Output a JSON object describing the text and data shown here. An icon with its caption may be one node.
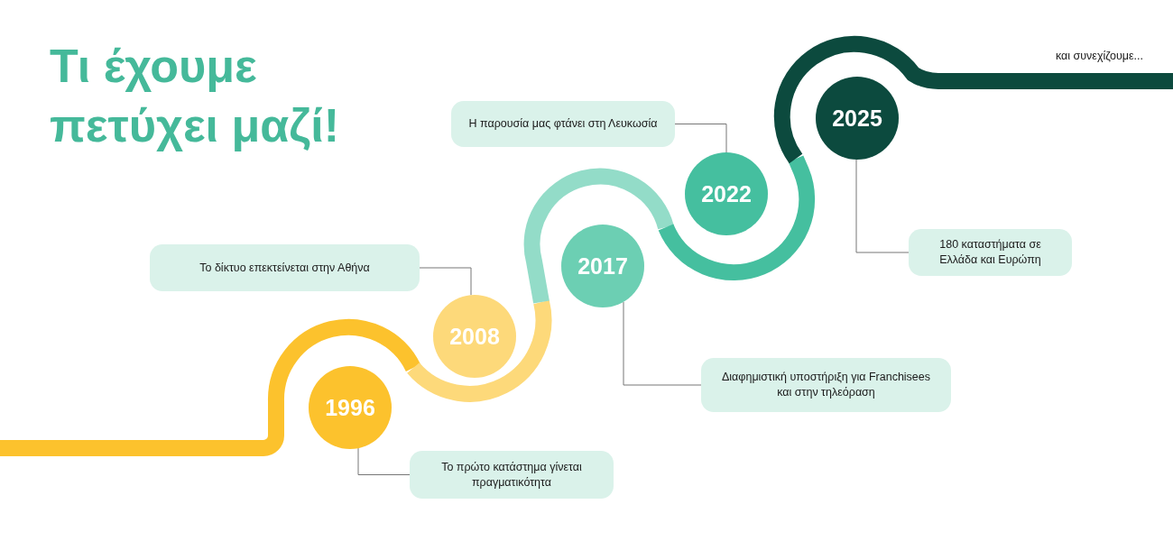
{
  "diagram": {
    "title": "Τι έχουμε πετύχει μαζί!",
    "nodes": [
      {
        "text": [
          "1996"
        ]
      },
      {
        "text": [
          "2008"
        ]
      },
      {
        "text": [
          "2017"
        ]
      },
      {
        "text": [
          "2022"
        ]
      },
      {
        "text": [
          "2025"
        ]
      },
      {
        "text": [
          "Το πρώτο κατάστημα γίνεται πραγματικότητα"
        ]
      },
      {
        "text": [
          "Το δίκτυο επεκτείνεται στην Αθήνα"
        ]
      },
      {
        "text": [
          "Διαφημιστική υποστήριξη για Franchisees και στην τηλεόραση"
        ]
      },
      {
        "text": [
          "Η παρουσία μας φτάνει στη Λευκωσία"
        ]
      },
      {
        "text": [
          "180 καταστήματα σε Ελλάδα και Ευρώπη"
        ]
      }
    ],
    "edges": [
      {
        "from": 5,
        "to": 0,
        "arrow": "none"
      },
      {
        "from": 6,
        "to": 1,
        "arrow": "none"
      },
      {
        "from": 7,
        "to": 2,
        "arrow": "none"
      },
      {
        "from": 8,
        "to": 3,
        "arrow": "none"
      },
      {
        "from": 9,
        "to": 4,
        "arrow": "none"
      }
    ],
    "labels": [
      "και συνεχίζουμε..."
    ]
  }
}
